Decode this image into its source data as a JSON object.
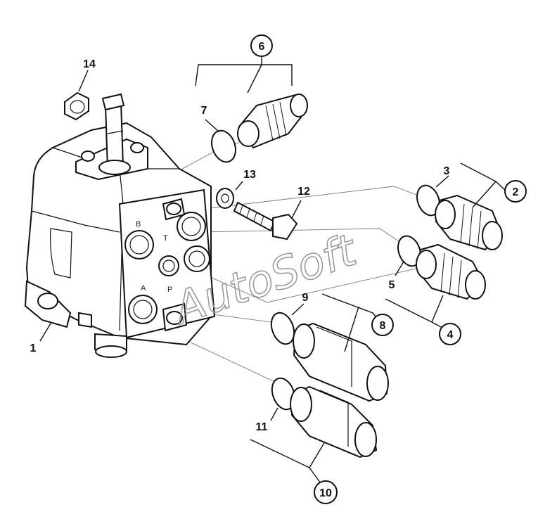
{
  "callouts": {
    "c1": "1",
    "c2": "2",
    "c3": "3",
    "c4": "4",
    "c5": "5",
    "c6": "6",
    "c7": "7",
    "c8": "8",
    "c9": "9",
    "c10": "10",
    "c11": "11",
    "c12": "12",
    "c13": "13",
    "c14": "14"
  },
  "port_labels": {
    "A": "A",
    "B": "B",
    "T": "T",
    "P": "P"
  },
  "watermark": "AutoSoft"
}
